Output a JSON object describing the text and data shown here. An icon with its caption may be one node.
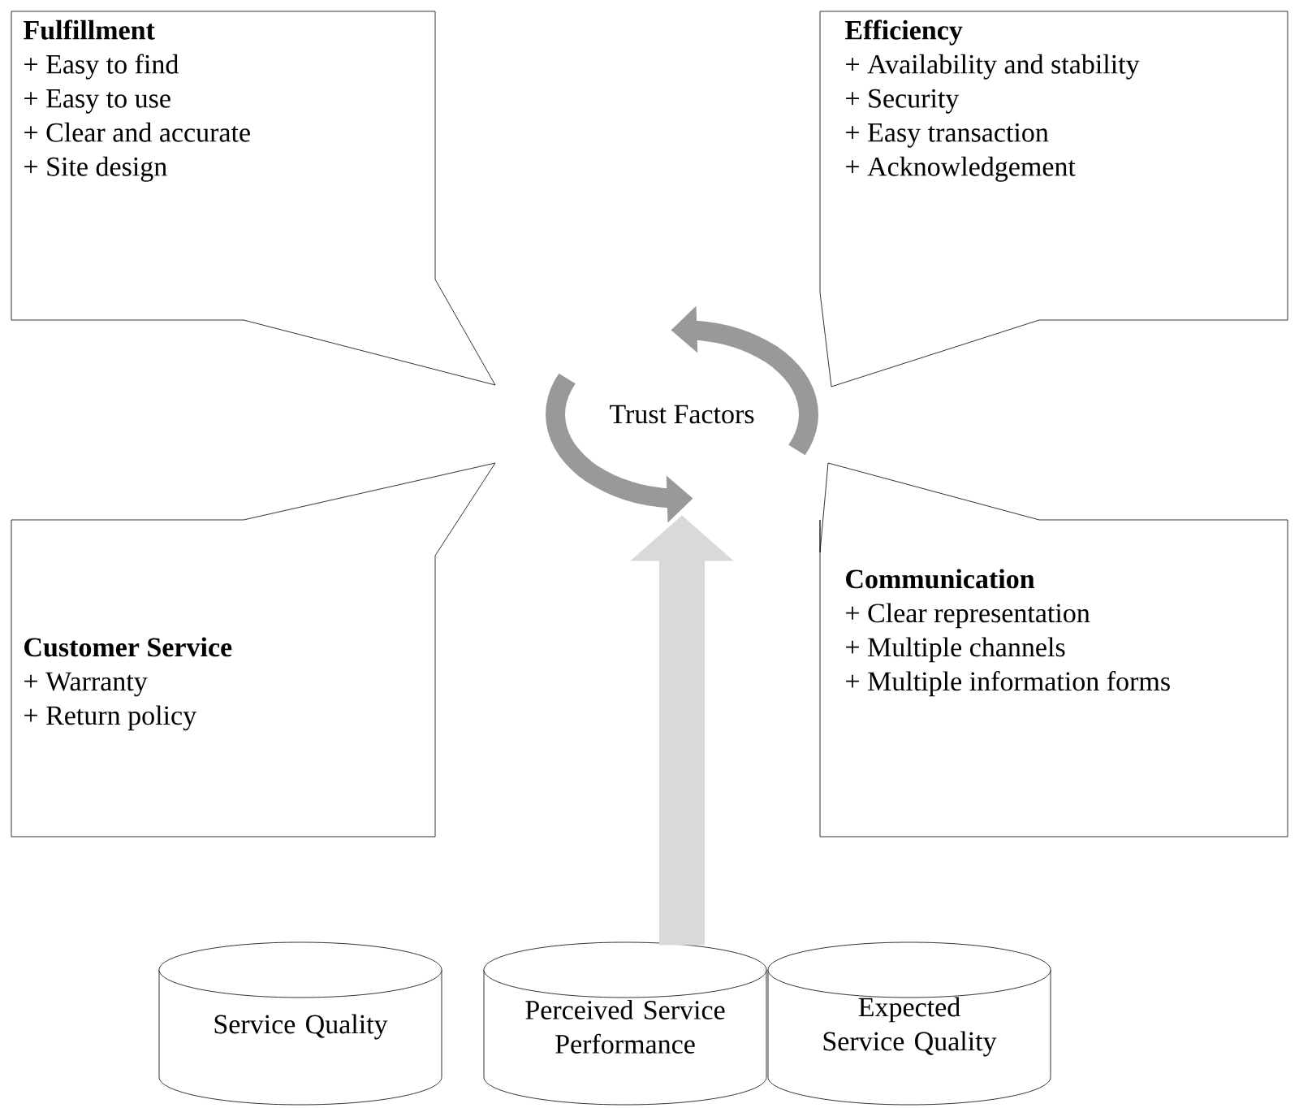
{
  "diagram": {
    "nodes": [
      {
        "text": [
          "Fulfillment",
          "+ Easy to find",
          "+ Easy to use",
          "+ Clear and accurate",
          "+ Site design"
        ]
      },
      {
        "text": [
          "Efficiency",
          "+ Availability and stability",
          "+ Security",
          "+ Easy transaction",
          "+ Acknowledgement"
        ]
      },
      {
        "text": [
          "Trust Factors"
        ]
      },
      {
        "text": [
          "Customer Service",
          "+ Warranty",
          "+ Return policy"
        ]
      },
      {
        "text": [
          "Communication",
          "+ Clear representation",
          "+ Multiple channels",
          "+ Multiple information forms"
        ]
      },
      {
        "text": [
          "Service Quality"
        ]
      },
      {
        "text": [
          "Perceived Service Performance"
        ]
      },
      {
        "text": [
          "Expected Service Quality"
        ]
      }
    ],
    "edges": [
      {
        "from": 6,
        "to": 2,
        "arrow": "to",
        "color": "#d9d9d9"
      }
    ]
  }
}
